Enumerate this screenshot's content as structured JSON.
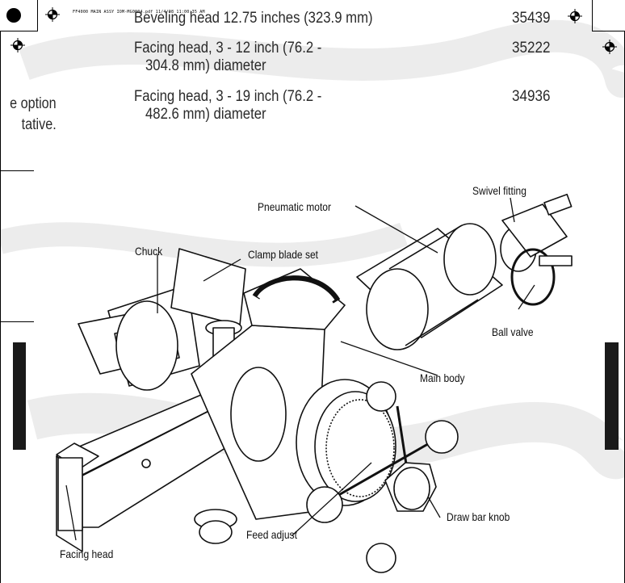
{
  "slug_text": "FF4000 MAIN ASSY IOM-MG0004.pdf  11/4/08  11:00:35 AM",
  "header_cut_text": "Beveling head 12.75 inches (323.9 mm)",
  "parts": [
    {
      "line1": "Beveling head 12.75 inches (323.9 mm)",
      "line2": "",
      "part_no": "35439"
    },
    {
      "line1": "Facing head, 3 - 12 inch (76.2 -",
      "line2": "304.8 mm) diameter",
      "part_no": "35222"
    },
    {
      "line1": "Facing head, 3 - 19 inch (76.2 -",
      "line2": "482.6 mm) diameter",
      "part_no": "34936"
    }
  ],
  "left_fragment": {
    "line1": "e option",
    "line2": "tative."
  },
  "callouts": {
    "swivel_fitting": "Swivel fitting",
    "pneumatic_motor": "Pneumatic motor",
    "chuck": "Chuck",
    "clamp_blade_set": "Clamp blade set",
    "ball_valve": "Ball valve",
    "main_body": "Main body",
    "feed_adjust": "Feed adjust",
    "draw_bar_knob": "Draw bar knob",
    "facing_head": "Facing head"
  }
}
